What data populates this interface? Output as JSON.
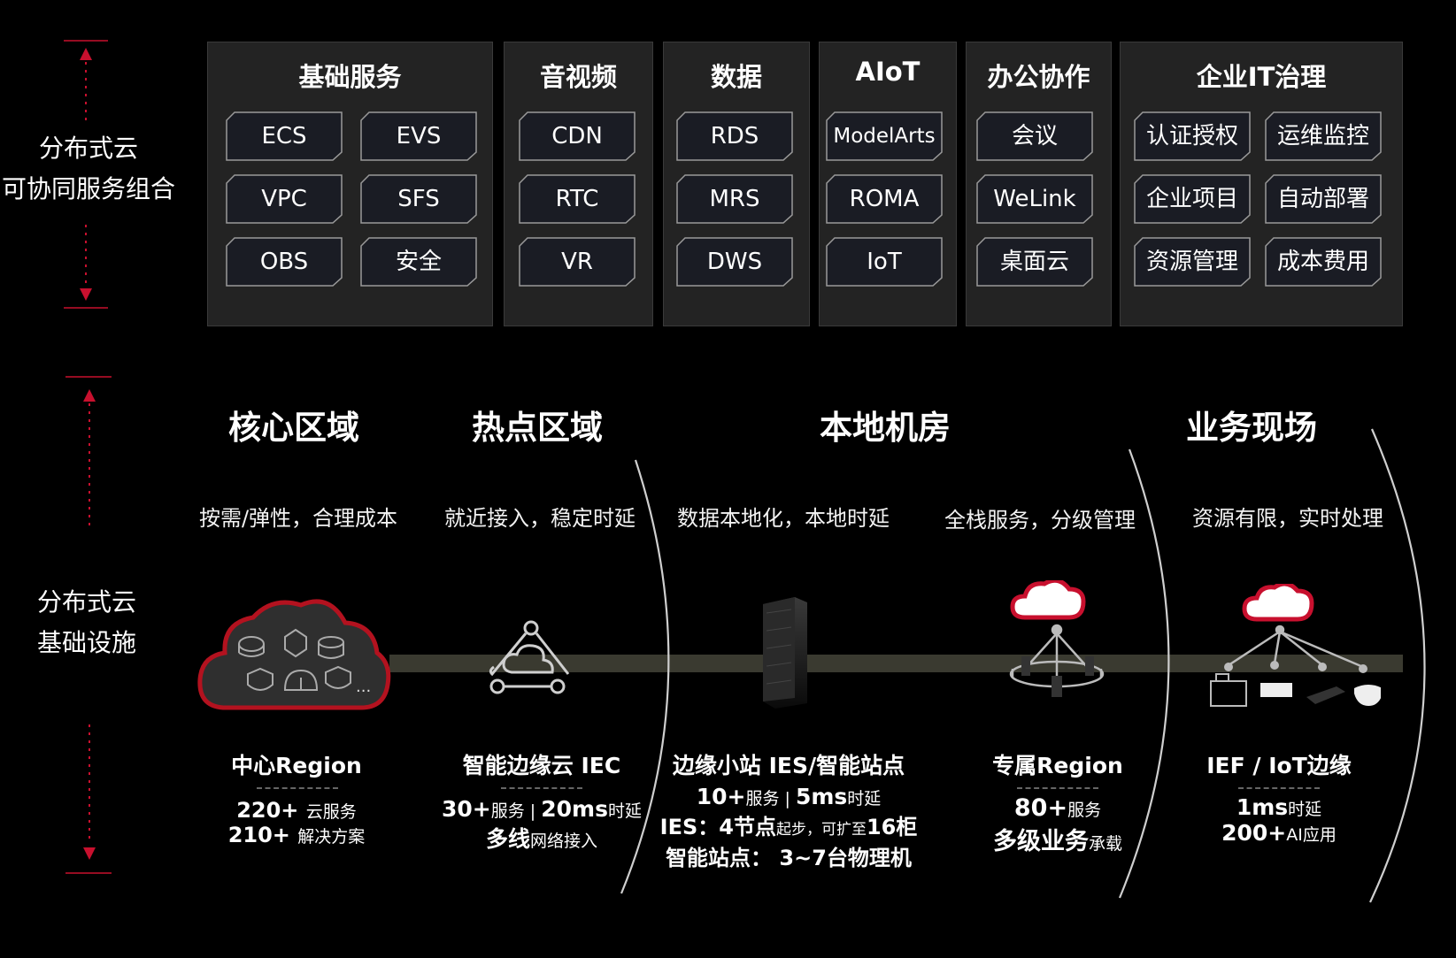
{
  "side_labels": {
    "top": [
      "分布式云",
      "可协同服务组合"
    ],
    "bottom": [
      "分布式云",
      "基础设施"
    ]
  },
  "service_groups": [
    {
      "title": "基础服务",
      "items": [
        "ECS",
        "EVS",
        "VPC",
        "SFS",
        "OBS",
        "安全"
      ]
    },
    {
      "title": "音视频",
      "items": [
        "CDN",
        "RTC",
        "VR"
      ]
    },
    {
      "title": "数据",
      "items": [
        "RDS",
        "MRS",
        "DWS"
      ]
    },
    {
      "title": "AIoT",
      "items": [
        "ModelArts",
        "ROMA",
        "IoT"
      ]
    },
    {
      "title": "办公协作",
      "items": [
        "会议",
        "WeLink",
        "桌面云"
      ]
    },
    {
      "title": "企业IT治理",
      "items": [
        "认证授权",
        "运维监控",
        "企业项目",
        "自动部署",
        "资源管理",
        "成本费用"
      ]
    }
  ],
  "zones": [
    {
      "title": "核心区域",
      "subtitle": "按需/弹性，合理成本"
    },
    {
      "title": "热点区域",
      "subtitle": "就近接入，稳定时延"
    },
    {
      "title": "本地机房",
      "subtitle_a": "数据本地化，本地时延",
      "subtitle_b": "全栈服务，分级管理"
    },
    {
      "title": "业务现场",
      "subtitle": "资源有限，实时处理"
    }
  ],
  "cloud_ellipsis": "...",
  "products": {
    "region": {
      "name": "中心Region",
      "l1_num": "220+",
      "l1_unit": "云服务",
      "l2_num": "210+",
      "l2_unit": "解决方案"
    },
    "iec": {
      "name": "智能边缘云 IEC",
      "l1_a": "30+",
      "l1_b": "服务",
      "l1_sep": " | ",
      "l1_c": "20ms",
      "l1_d": "时延",
      "l2_a": "多线",
      "l2_b": "网络接入"
    },
    "ies": {
      "name": "边缘小站 IES/智能站点",
      "l1_a": "10+",
      "l1_b": "服务",
      "l1_sep": " | ",
      "l1_c": "5ms",
      "l1_d": "时延",
      "l2_a": "IES：4节点",
      "l2_b": "起步，可扩至",
      "l2_c": "16柜",
      "l3": "智能站点： 3~7台物理机"
    },
    "dedicated": {
      "name": "专属Region",
      "l1_a": "80+",
      "l1_b": "服务",
      "l2_a": "多级业务",
      "l2_b": "承载"
    },
    "ief": {
      "name": "IEF / IoT边缘",
      "l1_a": "1ms",
      "l1_b": "时延",
      "l2_a": "200+",
      "l2_b": "AI应用"
    }
  },
  "colors": {
    "accent": "#c8102e",
    "panel": "#232323",
    "chip": "#1a1c24",
    "band": "#3a3a30"
  }
}
